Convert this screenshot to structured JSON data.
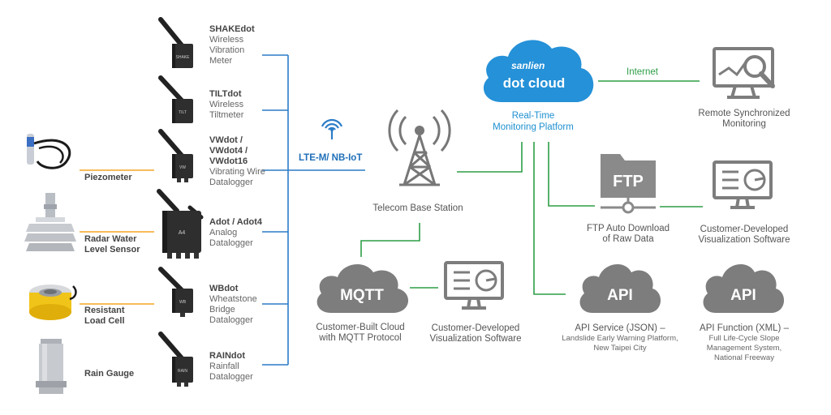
{
  "colors": {
    "blue_wire": "#2b7cc7",
    "green_wire": "#2e9e47",
    "cloud_blue": "#2591d8",
    "gray_icon": "#7d7d7d",
    "sensor_orange": "#f5a623"
  },
  "devices": [
    {
      "name": "SHAKEdot",
      "desc": [
        "Wireless",
        "Vibration",
        "Meter"
      ],
      "badge": "SHAKE"
    },
    {
      "name": "TILTdot",
      "desc": [
        "Wireless",
        "Tiltmeter"
      ],
      "badge": "TILT"
    },
    {
      "name": "VWdot /",
      "name2": "VWdot4 /",
      "name3": "VWdot16",
      "desc": [
        "Vibrating Wire",
        "Datalogger"
      ],
      "badge": "VW"
    },
    {
      "name": "Adot / Adot4",
      "desc": [
        "Analog",
        "Datalogger"
      ],
      "badge": "A4"
    },
    {
      "name": "WBdot",
      "desc": [
        "Wheatstone",
        "Bridge",
        "Datalogger"
      ],
      "badge": "WB"
    },
    {
      "name": "RAINdot",
      "desc": [
        "Rainfall",
        "Datalogger"
      ],
      "badge": "RAIN"
    }
  ],
  "sensors": [
    {
      "label": [
        "Piezometer"
      ]
    },
    {
      "label": [
        "Radar Water",
        "Level Sensor"
      ]
    },
    {
      "label": [
        "Resistant",
        "Load Cell"
      ]
    },
    {
      "label": [
        "Rain Gauge"
      ]
    }
  ],
  "network": {
    "label": "LTE-M/ NB-IoT"
  },
  "base_station": {
    "label": "Telecom Base Station"
  },
  "cloud": {
    "brand": "sanlien",
    "name": "dot cloud",
    "caption1": "Real-Time",
    "caption2": "Monitoring Platform"
  },
  "internet": {
    "label": "Internet"
  },
  "remote": {
    "label1": "Remote Synchronized",
    "label2": "Monitoring"
  },
  "ftp": {
    "icon_text": "FTP",
    "label1": "FTP Auto Download",
    "label2": "of Raw Data"
  },
  "cust_viz_right": {
    "label1": "Customer-Developed",
    "label2": "Visualization Software"
  },
  "mqtt": {
    "icon_text": "MQTT",
    "label1": "Customer-Built Cloud",
    "label2": "with MQTT Protocol"
  },
  "cust_viz_left": {
    "label1": "Customer-Developed",
    "label2": "Visualization Software"
  },
  "api_json": {
    "icon_text": "API",
    "label1": "API Service (JSON) –",
    "label2": "Landslide Early Warning Platform,",
    "label3": "New Taipei City"
  },
  "api_xml": {
    "icon_text": "API",
    "label1": "API Function (XML) –",
    "label2": "Full Life-Cycle Slope",
    "label3": "Management System,",
    "label4": "National Freeway"
  }
}
